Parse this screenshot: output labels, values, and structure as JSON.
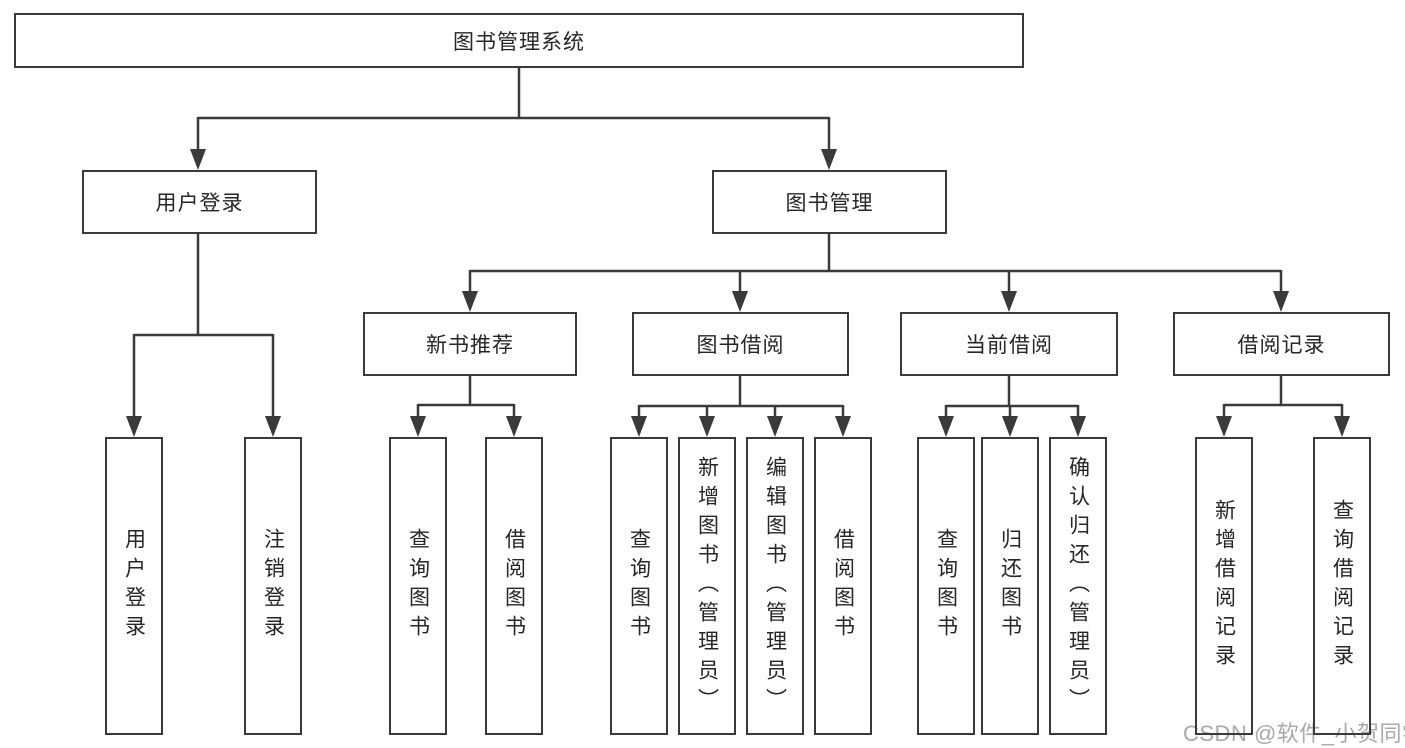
{
  "diagram": {
    "root": {
      "label": "图书管理系统"
    },
    "level2": [
      {
        "label": "用户登录"
      },
      {
        "label": "图书管理"
      }
    ],
    "level3": [
      {
        "label": "新书推荐"
      },
      {
        "label": "图书借阅"
      },
      {
        "label": "当前借阅"
      },
      {
        "label": "借阅记录"
      }
    ],
    "leaves": [
      {
        "label": "用户登录"
      },
      {
        "label": "注销登录"
      },
      {
        "label": "查询图书"
      },
      {
        "label": "借阅图书"
      },
      {
        "label": "查询图书"
      },
      {
        "label": "新增图书（管理员）"
      },
      {
        "label": "编辑图书（管理员）"
      },
      {
        "label": "借阅图书"
      },
      {
        "label": "查询图书"
      },
      {
        "label": "归还图书"
      },
      {
        "label": "确认归还（管理员）"
      },
      {
        "label": "新增借阅记录"
      },
      {
        "label": "查询借阅记录"
      }
    ],
    "colors": {
      "line": "#3a3a3a",
      "box_border": "#3a3a3a",
      "text": "#262626",
      "background": "#ffffff",
      "watermark": "#a9a9a9"
    }
  },
  "watermark": {
    "text": "CSDN @软件_小贺同学"
  }
}
